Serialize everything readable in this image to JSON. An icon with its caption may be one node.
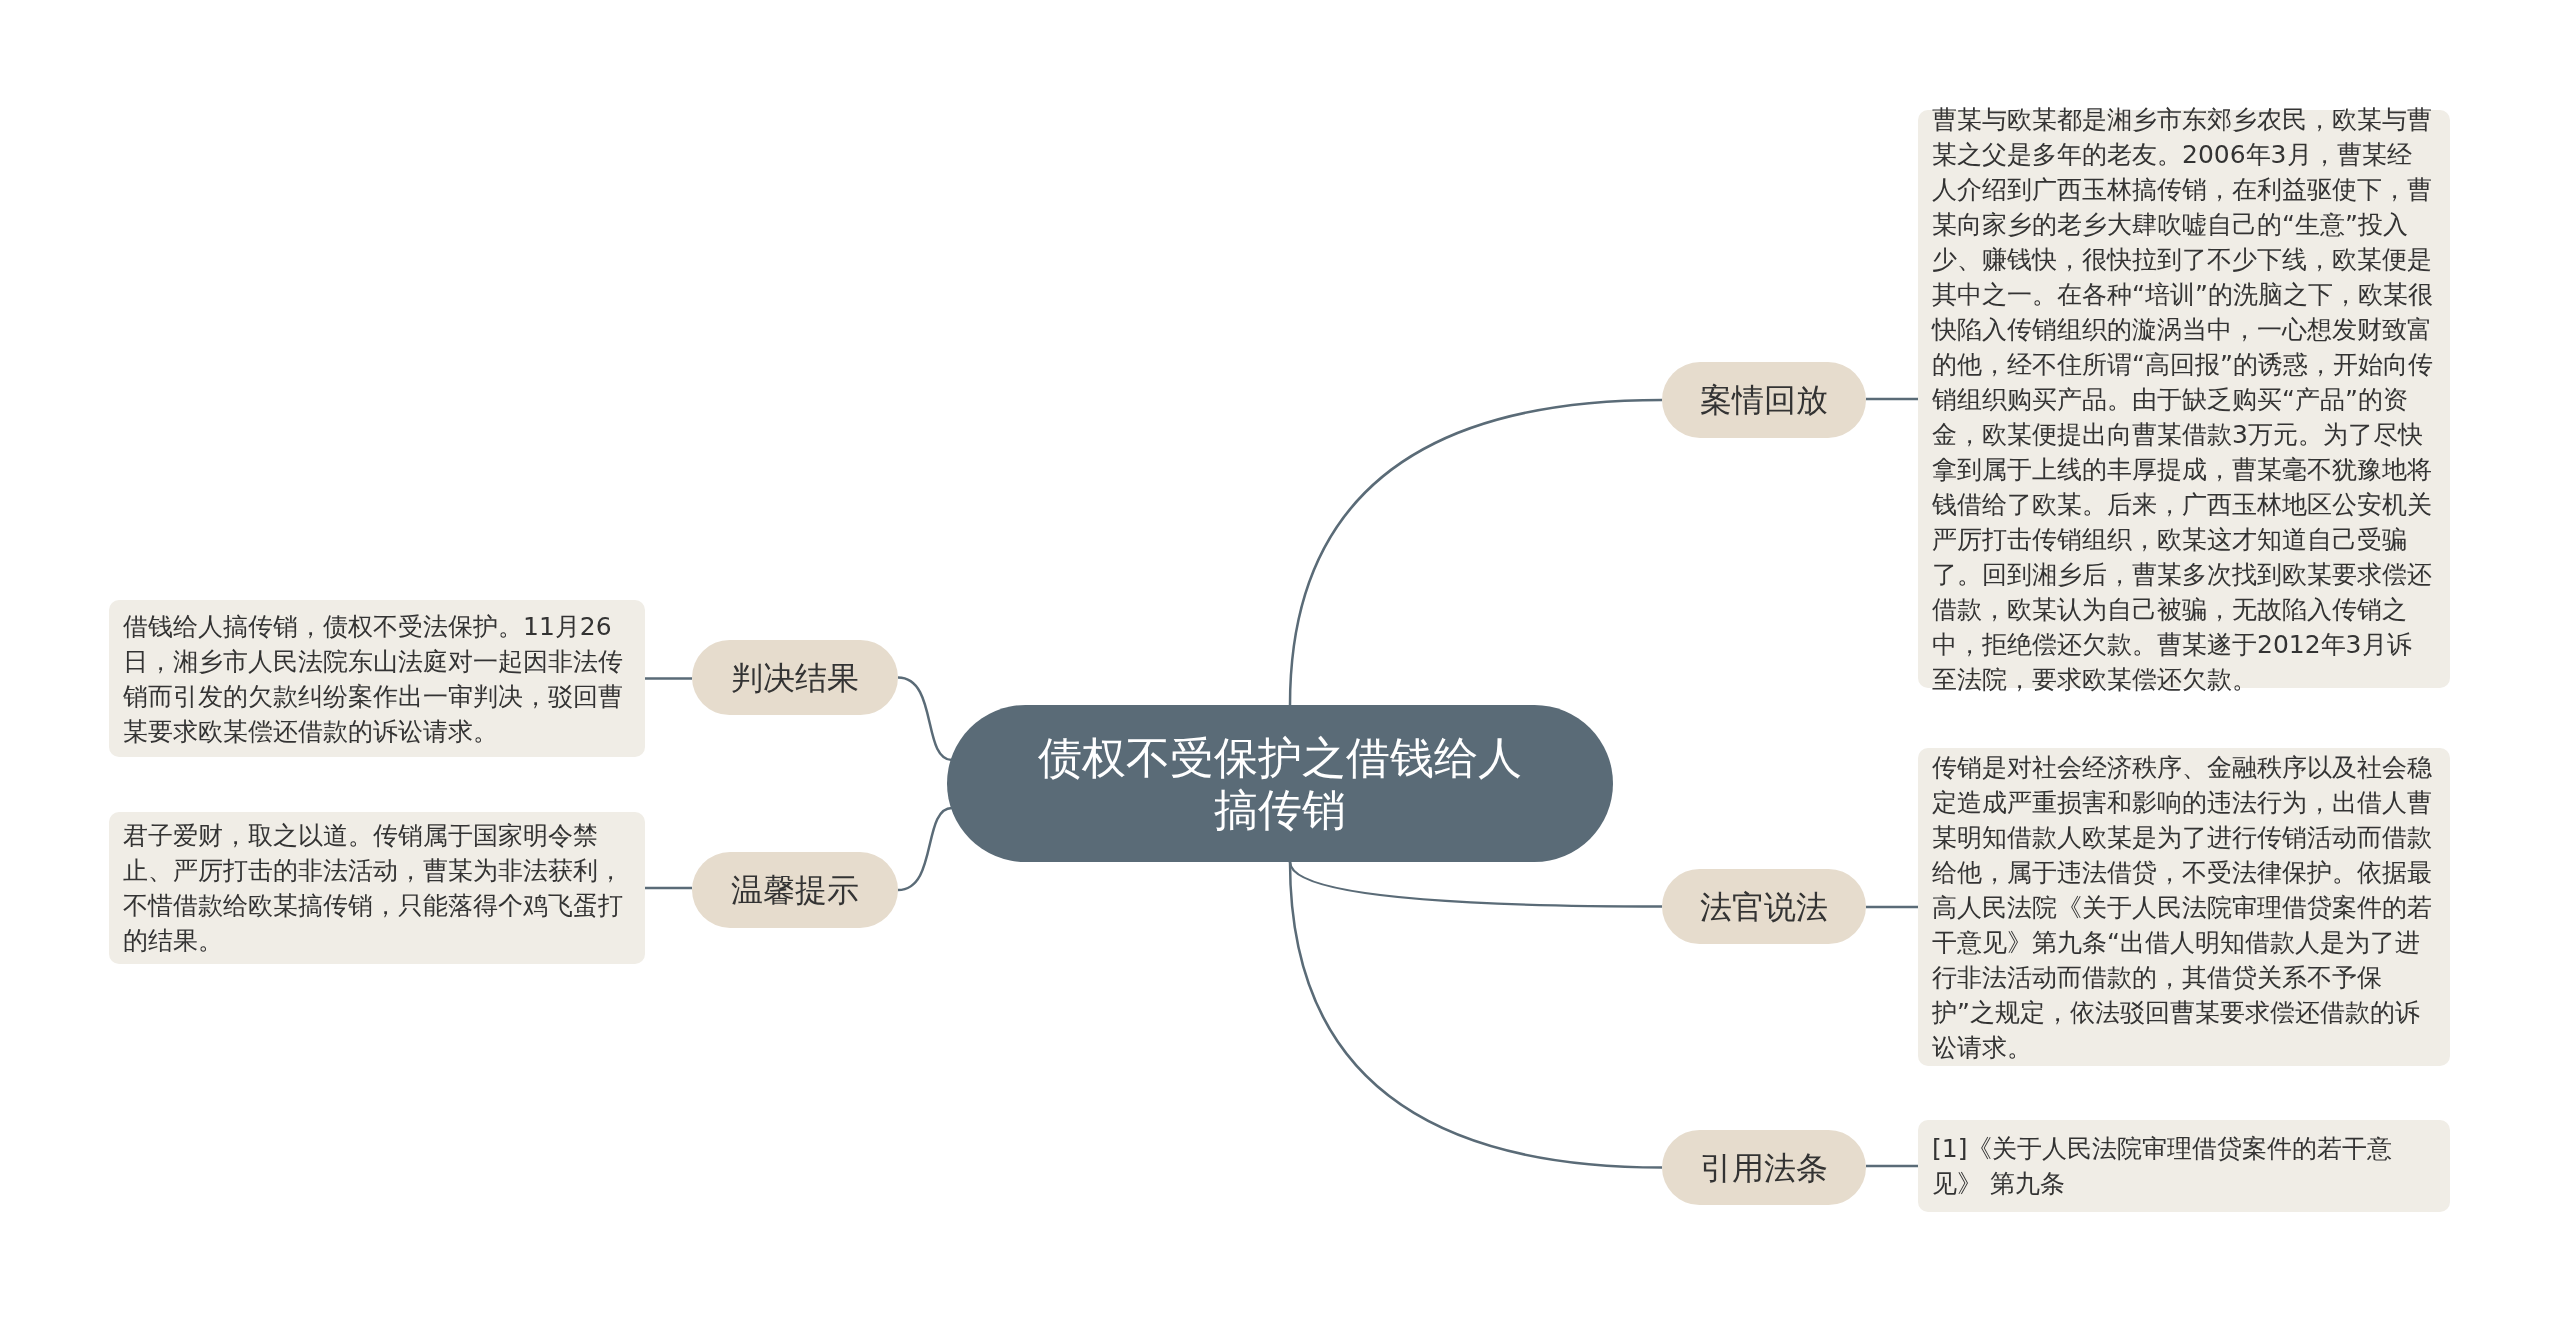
{
  "diagram": {
    "nodes": [
      {
        "text": [
          "债权不受保护之借钱给人搞传销"
        ]
      },
      {
        "text": [
          "案情回放"
        ]
      },
      {
        "text": [
          "曹某与欧某都是湘乡市东郊乡农民，欧某与曹某之父是多年的老友。2006年3月，曹某经人介绍到广西玉林搞传销，在利益驱使下，曹某向家乡的老乡大肆吹嘘自己的“生意”投入少、赚钱快，很快拉到了不少下线，欧某便是其中之一。在各种“培训”的洗脑之下，欧某很快陷入传销组织的漩涡当中，一心想发财致富的他，经不住所谓“高回报”的诱惑，开始向传销组织购买产品。由于缺乏购买“产品”的资金，欧某便提出向曹某借款3万元。为了尽快拿到属于上线的丰厚提成，曹某毫不犹豫地将钱借给了欧某。后来，广西玉林地区公安机关严厉打击传销组织，欧某这才知道自己受骗了。回到湘乡后，曹某多次找到欧某要求偿还借款，欧某认为自己被骗，无故陷入传销之中，拒绝偿还欠款。曹某遂于2012年3月诉至法院，要求欧某偿还欠款。"
        ]
      },
      {
        "text": [
          "法官说法"
        ]
      },
      {
        "text": [
          "传销是对社会经济秩序、金融秩序以及社会稳定造成严重损害和影响的违法行为，出借人曹某明知借款人欧某是为了进行传销活动而借款给他，属于违法借贷，不受法律保护。依据最高人民法院《关于人民法院审理借贷案件的若干意见》第九条“出借人明知借款人是为了进行非法活动而借款的，其借贷关系不予保护”之规定，依法驳回曹某要求偿还借款的诉讼请求。"
        ]
      },
      {
        "text": [
          "引用法条"
        ]
      },
      {
        "text": [
          "[1]《关于人民法院审理借贷案件的若干意见》 第九条"
        ]
      },
      {
        "text": [
          "判决结果"
        ]
      },
      {
        "text": [
          "借钱给人搞传销，债权不受法保护。11月26日，湘乡市人民法院东山法庭对一起因非法传销而引发的欠款纠纷案作出一审判决，驳回曹某要求欧某偿还借款的诉讼请求。"
        ]
      },
      {
        "text": [
          "温馨提示"
        ]
      },
      {
        "text": [
          "君子爱财，取之以道。传销属于国家明令禁止、严厉打击的非法活动，曹某为非法获利，不惜借款给欧某搞传销，只能落得个鸡飞蛋打的结果。"
        ]
      }
    ],
    "edges": [
      {
        "from": 0,
        "to": 1,
        "arrow": "none"
      },
      {
        "from": 1,
        "to": 2,
        "arrow": "none"
      },
      {
        "from": 0,
        "to": 3,
        "arrow": "none"
      },
      {
        "from": 3,
        "to": 4,
        "arrow": "none"
      },
      {
        "from": 0,
        "to": 5,
        "arrow": "none"
      },
      {
        "from": 5,
        "to": 6,
        "arrow": "none"
      },
      {
        "from": 0,
        "to": 7,
        "arrow": "none"
      },
      {
        "from": 7,
        "to": 8,
        "arrow": "none"
      },
      {
        "from": 0,
        "to": 9,
        "arrow": "none"
      },
      {
        "from": 9,
        "to": 10,
        "arrow": "none"
      }
    ]
  }
}
